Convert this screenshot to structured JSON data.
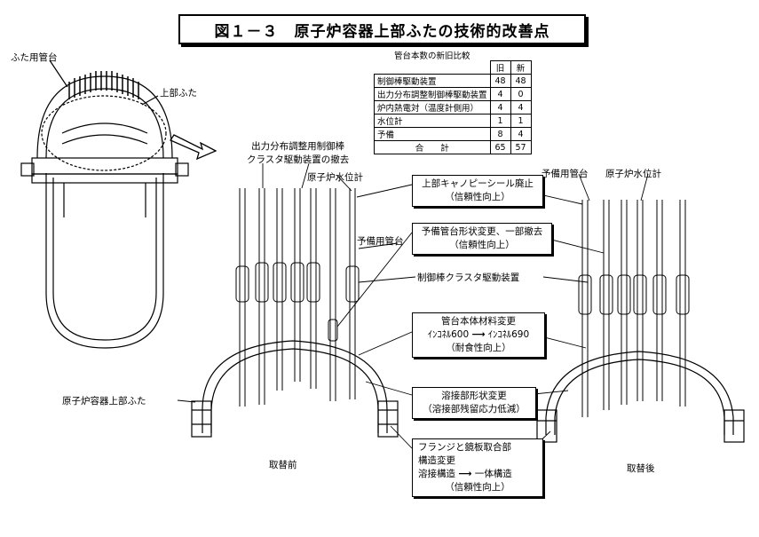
{
  "title": "図１－３　原子炉容器上部ふたの技術的改善点",
  "left_figure": {
    "label_nozzles": "ふた用管台",
    "label_head": "上部ふた",
    "label_vessel_head": "原子炉容器上部ふた"
  },
  "comparison_table": {
    "caption": "管台本数の新旧比較",
    "headers": [
      "旧",
      "新"
    ],
    "rows": [
      {
        "item": "制御棒駆動装置",
        "old": "48",
        "new": "48"
      },
      {
        "item": "出力分布調整制御棒駆動装置",
        "old": "4",
        "new": "0"
      },
      {
        "item": "炉内熱電対（温度計側用）",
        "old": "4",
        "new": "4"
      },
      {
        "item": "水位計",
        "old": "1",
        "new": "1"
      },
      {
        "item": "予備",
        "old": "8",
        "new": "4"
      }
    ],
    "total_label": "合　　計",
    "total_old": "65",
    "total_new": "57"
  },
  "before": {
    "caption": "取替前",
    "label_cluster_removal_1": "出力分布調整用制御棒",
    "label_cluster_removal_2": "クラスタ駆動装置の撤去",
    "label_level_gauge": "原子炉水位計",
    "label_spare_nozzle": "予備用管台"
  },
  "after": {
    "caption": "取替後",
    "label_spare_nozzle": "予備用管台",
    "label_level_gauge": "原子炉水位計"
  },
  "callouts": {
    "canopy_1": "上部キャノピーシール廃止",
    "canopy_2": "（信頼性向上）",
    "spare_1": "予備管台形状変更、一部撤去",
    "spare_2": "（信頼性向上）",
    "crdm": "制御棒クラスタ駆動装置",
    "material_1": "管台本体材料変更",
    "material_old": "ｲﾝｺﾈﾙ600",
    "material_arrow": "⟶",
    "material_new": "ｲﾝｺﾈﾙ690",
    "material_2": "（耐食性向上）",
    "weld_1": "溶接部形状変更",
    "weld_2": "（溶接部残留応力低減）",
    "flange_1": "フランジと鏡板取合部",
    "flange_2": "構造変更",
    "flange_3a": "溶接構造",
    "flange_arrow": "⟶",
    "flange_3b": "一体構造",
    "flange_4": "（信頼性向上）"
  }
}
